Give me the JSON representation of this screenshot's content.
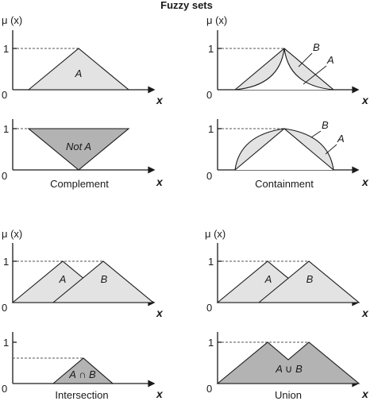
{
  "title": "Fuzzy sets",
  "y_axis_label": "μ (x)",
  "x_axis_label": "x",
  "tick_one": "1",
  "tick_zero": "0",
  "panels": {
    "complement": {
      "caption": "Complement",
      "set_label": "A",
      "result_label": "Not A"
    },
    "containment": {
      "caption": "Containment",
      "label_b": "B",
      "label_a": "A"
    },
    "intersection": {
      "caption": "Intersection",
      "label_a": "A",
      "label_b": "B",
      "result_label": "A ∩ B"
    },
    "union": {
      "caption": "Union",
      "label_a": "A",
      "label_b": "B",
      "result_label": "A ∪ B"
    }
  }
}
